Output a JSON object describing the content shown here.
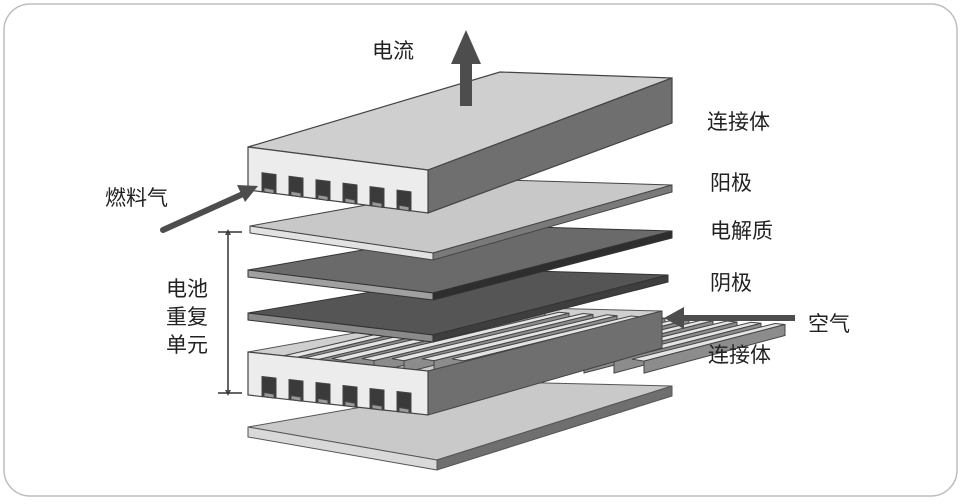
{
  "labels": {
    "current": "电流",
    "fuel_gas": "燃料气",
    "interconnect_top": "连接体",
    "anode": "阳极",
    "electrolyte": "电解质",
    "cathode": "阴极",
    "air": "空气",
    "interconnect_bottom": "连接体",
    "repeat_unit_line1": "电池",
    "repeat_unit_line2": "重复",
    "repeat_unit_line3": "单元"
  },
  "colors": {
    "frame": "#bdbdbd",
    "slab_top": "#cfcfcf",
    "slab_front": "#ececec",
    "slab_side": "#6f6f6f",
    "anode_top": "#c8c8c8",
    "electrolyte_top": "#6a6a6a",
    "cathode_top": "#555555",
    "arrow": "#4d4d4d",
    "text": "#222222"
  },
  "icons": {
    "current": "up-arrow-icon",
    "fuel_gas": "diagonal-arrow-icon",
    "air": "left-arrow-icon",
    "repeat_unit": "vertical-dimension-bracket-icon"
  }
}
